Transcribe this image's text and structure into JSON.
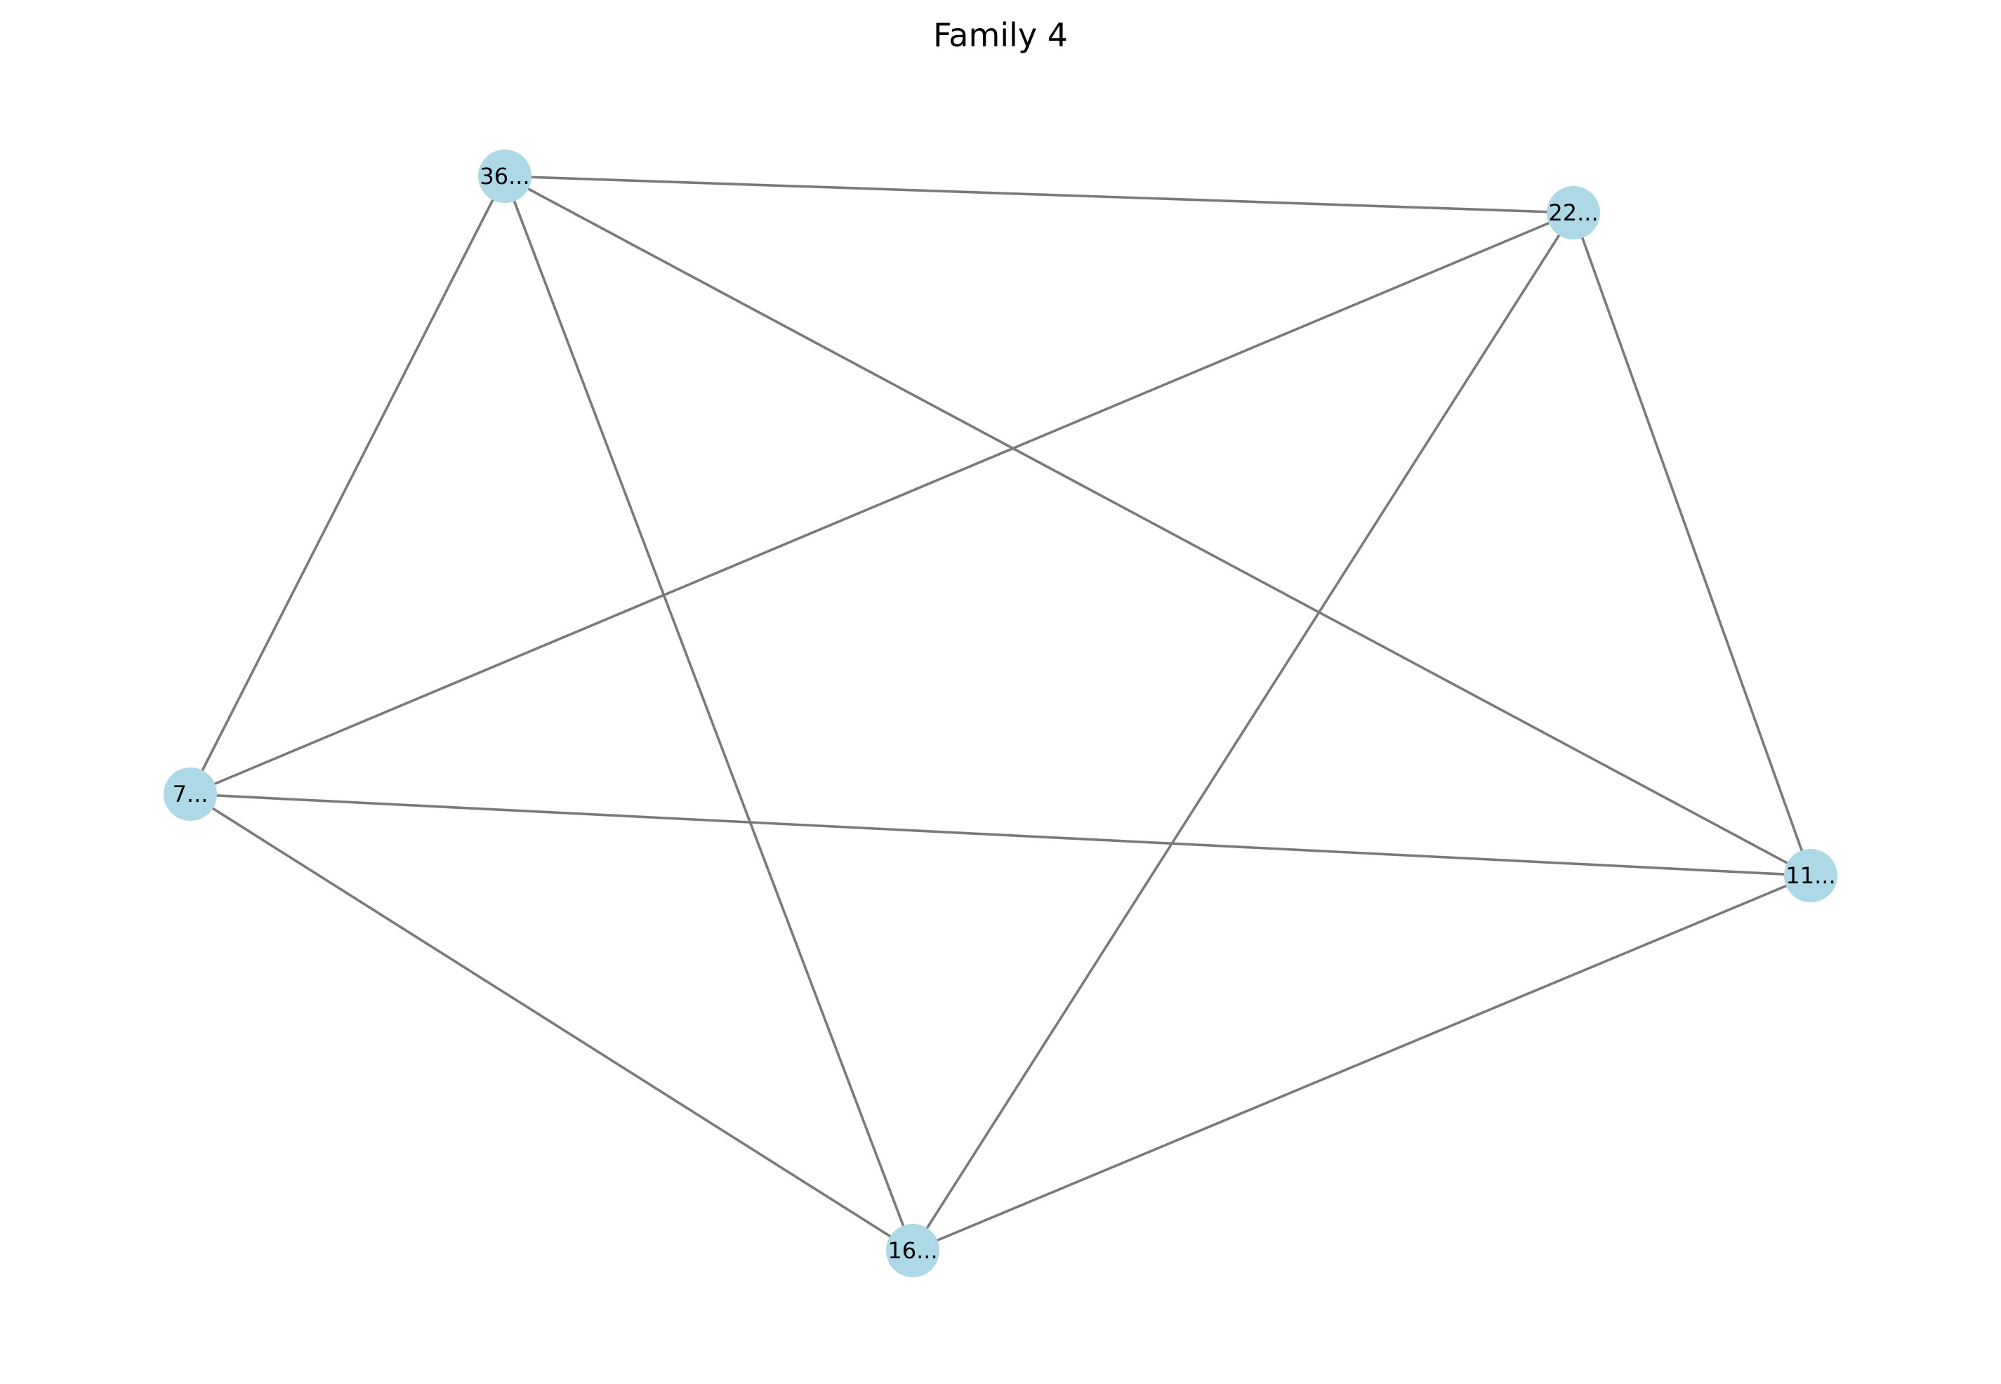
{
  "title": "Family 4",
  "colors": {
    "node_fill": "#add8e6",
    "edge_stroke": "#7a7a7a",
    "label_text": "#000000",
    "background": "#ffffff"
  },
  "nodes": [
    {
      "id": "n36",
      "label": "36..."
    },
    {
      "id": "n22",
      "label": "22..."
    },
    {
      "id": "n7",
      "label": "7..."
    },
    {
      "id": "n11",
      "label": "11..."
    },
    {
      "id": "n16",
      "label": "16..."
    }
  ],
  "edges": [
    {
      "source": "n36",
      "target": "n22"
    },
    {
      "source": "n36",
      "target": "n7"
    },
    {
      "source": "n36",
      "target": "n16"
    },
    {
      "source": "n36",
      "target": "n11"
    },
    {
      "source": "n22",
      "target": "n7"
    },
    {
      "source": "n22",
      "target": "n16"
    },
    {
      "source": "n22",
      "target": "n11"
    },
    {
      "source": "n7",
      "target": "n11"
    },
    {
      "source": "n7",
      "target": "n16"
    },
    {
      "source": "n16",
      "target": "n11"
    }
  ]
}
